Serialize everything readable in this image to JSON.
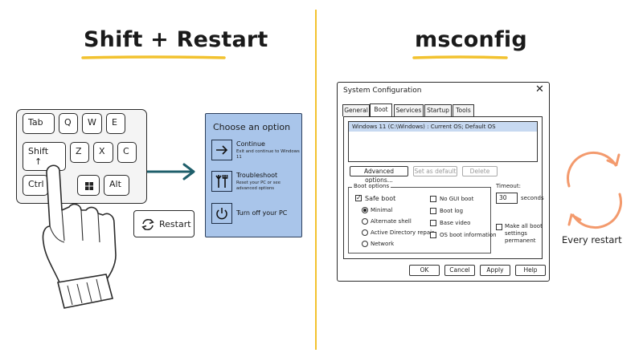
{
  "left": {
    "title": "Shift + Restart",
    "keys": {
      "tab": "Tab",
      "q": "Q",
      "w": "W",
      "e": "E",
      "shift": "Shift",
      "shift_arrow": "↑",
      "z": "Z",
      "x": "X",
      "c": "C",
      "ctrl": "Ctrl",
      "alt": "Alt"
    },
    "restart_label": "Restart",
    "choose_panel": {
      "title": "Choose an option",
      "options": [
        {
          "title": "Continue",
          "subtitle_lines": [
            "Exit and continue to Windows 11"
          ],
          "icon": "arrow-right-icon"
        },
        {
          "title": "Troubleshoot",
          "subtitle_lines": [
            "Reset your PC or see",
            "advanced options"
          ],
          "icon": "tools-icon"
        },
        {
          "title": "Turn off your PC",
          "subtitle_lines": [],
          "icon": "power-icon"
        }
      ]
    }
  },
  "right": {
    "title": "msconfig",
    "dialog": {
      "title": "System Configuration",
      "tabs": [
        "General",
        "Boot",
        "Services",
        "Startup",
        "Tools"
      ],
      "active_tab": "Boot",
      "os_entry": "Windows 11 (C:\\Windows) : Current OS; Default OS",
      "buttons_row": {
        "advanced": "Advanced options...",
        "set_default": "Set as default",
        "delete": "Delete"
      },
      "boot_options": {
        "group_label": "Boot options",
        "safe_boot": "Safe boot",
        "safe_boot_checked": true,
        "radios": [
          "Minimal",
          "Alternate shell",
          "Active Directory repair",
          "Network"
        ],
        "selected_radio": "Minimal",
        "checks": [
          "No GUI boot",
          "Boot log",
          "Base video",
          "OS boot information"
        ]
      },
      "timeout": {
        "label": "Timeout:",
        "value": "30",
        "unit": "seconds"
      },
      "permanent_lines": [
        "Make all boot",
        "settings",
        "permanent"
      ],
      "footer": {
        "ok": "OK",
        "cancel": "Cancel",
        "apply": "Apply",
        "help": "Help"
      }
    },
    "cycle_caption": "Every restart"
  },
  "colors": {
    "title_underline": "#f2c22f",
    "divider": "#f2c22f",
    "arrow": "#1f5f6b",
    "panel_blue": "#a9c5ea",
    "os_highlight": "#c7d9f1",
    "cycle_orange": "#f39a6d"
  }
}
